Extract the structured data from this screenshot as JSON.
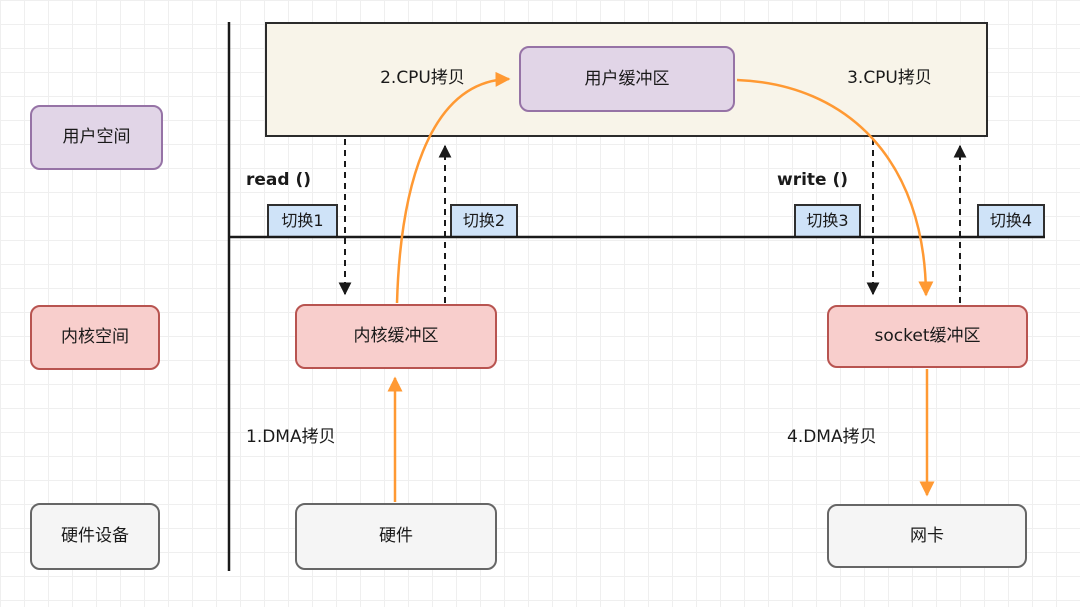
{
  "lanes": {
    "user_space": "用户空间",
    "kernel_space": "内核空间",
    "hardware_device": "硬件设备"
  },
  "user_area": {
    "cpu_copy_2": "2.CPU拷贝",
    "user_buffer": "用户缓冲区",
    "cpu_copy_3": "3.CPU拷贝"
  },
  "syscalls": {
    "read": "read ()",
    "write": "write ()"
  },
  "switches": [
    "切换1",
    "切换2",
    "切换3",
    "切换4"
  ],
  "kernel": {
    "kernel_buffer": "内核缓冲区",
    "socket_buffer": "socket缓冲区"
  },
  "dma": {
    "dma_copy_1": "1.DMA拷贝",
    "dma_copy_4": "4.DMA拷贝"
  },
  "hardware": {
    "hardware": "硬件",
    "nic": "网卡"
  },
  "colors": {
    "user_buffer_fill": "#e1d5e7",
    "user_buffer_border": "#9673a6",
    "kernel_fill": "#f8cecc",
    "kernel_border": "#b85450",
    "hardware_fill": "#f5f5f5",
    "hardware_border": "#666666",
    "switch_fill": "#cfe3f8",
    "container_fill": "#f8f4e9",
    "arrow_orange": "#ff9933",
    "arrow_black": "#1a1a1a"
  }
}
